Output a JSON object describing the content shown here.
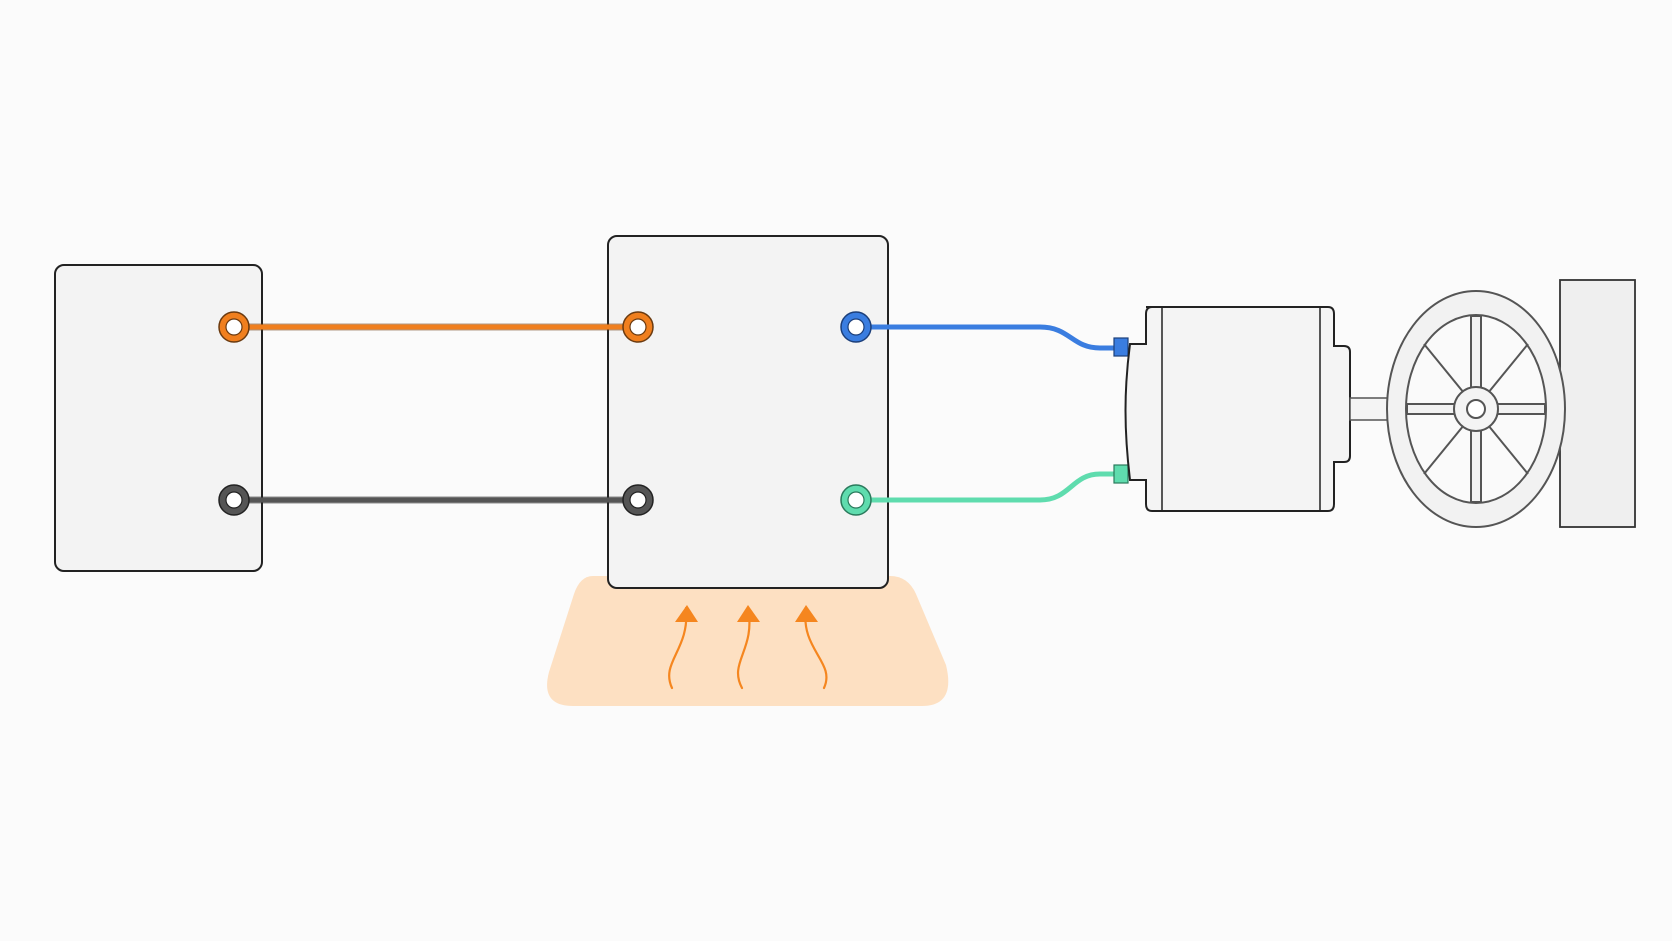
{
  "colors": {
    "background": "#fbfbfb",
    "box_fill": "#f3f3f3",
    "outline": "#222222",
    "wire_orange": "#f07f1e",
    "wire_dark": "#555555",
    "wire_blue": "#3a7de0",
    "wire_green": "#5fdcae",
    "heat_fill": "#fde0c2",
    "heat_arrow": "#f5861f",
    "motor_fill": "#f4f4f4",
    "wheel_stroke": "#555555",
    "wall_fill": "#efefef"
  },
  "components": [
    {
      "id": "left-box",
      "icon": "rectangle"
    },
    {
      "id": "center-box",
      "icon": "rectangle"
    },
    {
      "id": "heat-source",
      "icon": "heat-arrows-icon"
    },
    {
      "id": "motor",
      "icon": "motor-icon"
    },
    {
      "id": "flywheel",
      "icon": "wheel-icon"
    },
    {
      "id": "wall-block",
      "icon": "rectangle"
    }
  ],
  "wires": [
    {
      "id": "wire-top-left",
      "color": "orange"
    },
    {
      "id": "wire-bottom-left",
      "color": "dark"
    },
    {
      "id": "wire-top-right",
      "color": "blue"
    },
    {
      "id": "wire-bottom-right",
      "color": "green"
    }
  ],
  "heat_arrow_count": 3
}
